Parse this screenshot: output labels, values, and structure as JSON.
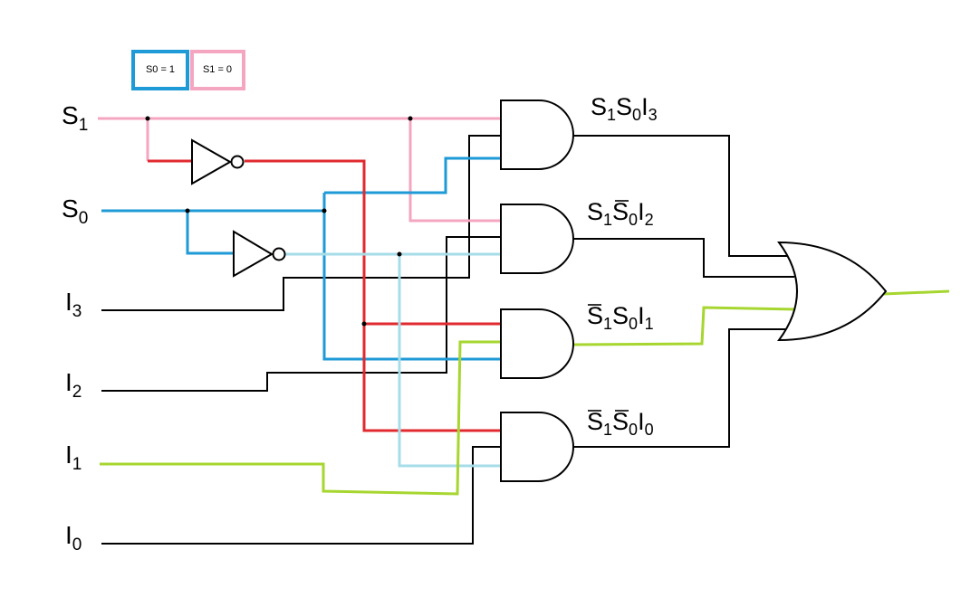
{
  "legend": [
    {
      "text": "S0 = 1",
      "color": "#1e9ad6"
    },
    {
      "text": "S1 = 0",
      "color": "#f4a6c1"
    }
  ],
  "inputs": [
    {
      "main": "S",
      "sub": "1"
    },
    {
      "main": "S",
      "sub": "0"
    },
    {
      "main": "I",
      "sub": "3"
    },
    {
      "main": "I",
      "sub": "2"
    },
    {
      "main": "I",
      "sub": "1"
    },
    {
      "main": "I",
      "sub": "0"
    }
  ],
  "and_outputs": [
    {
      "terms": [
        {
          "main": "S",
          "sub": "1",
          "bar": false
        },
        {
          "main": "S",
          "sub": "0",
          "bar": false
        },
        {
          "main": "I",
          "sub": "3",
          "bar": false
        }
      ]
    },
    {
      "terms": [
        {
          "main": "S",
          "sub": "1",
          "bar": false
        },
        {
          "main": "S",
          "sub": "0",
          "bar": true
        },
        {
          "main": "I",
          "sub": "2",
          "bar": false
        }
      ]
    },
    {
      "terms": [
        {
          "main": "S",
          "sub": "1",
          "bar": true
        },
        {
          "main": "S",
          "sub": "0",
          "bar": false
        },
        {
          "main": "I",
          "sub": "1",
          "bar": false
        }
      ]
    },
    {
      "terms": [
        {
          "main": "S",
          "sub": "1",
          "bar": true
        },
        {
          "main": "S",
          "sub": "0",
          "bar": true
        },
        {
          "main": "I",
          "sub": "0",
          "bar": false
        }
      ]
    }
  ],
  "colors": {
    "s1_line": "#f4a6c1",
    "s0_line": "#1e9ad6",
    "not_s1_line": "#e02a2f",
    "not_s0_line": "#a6dde8",
    "i1_line": "#a6d62f",
    "plain_line": "#000000"
  }
}
